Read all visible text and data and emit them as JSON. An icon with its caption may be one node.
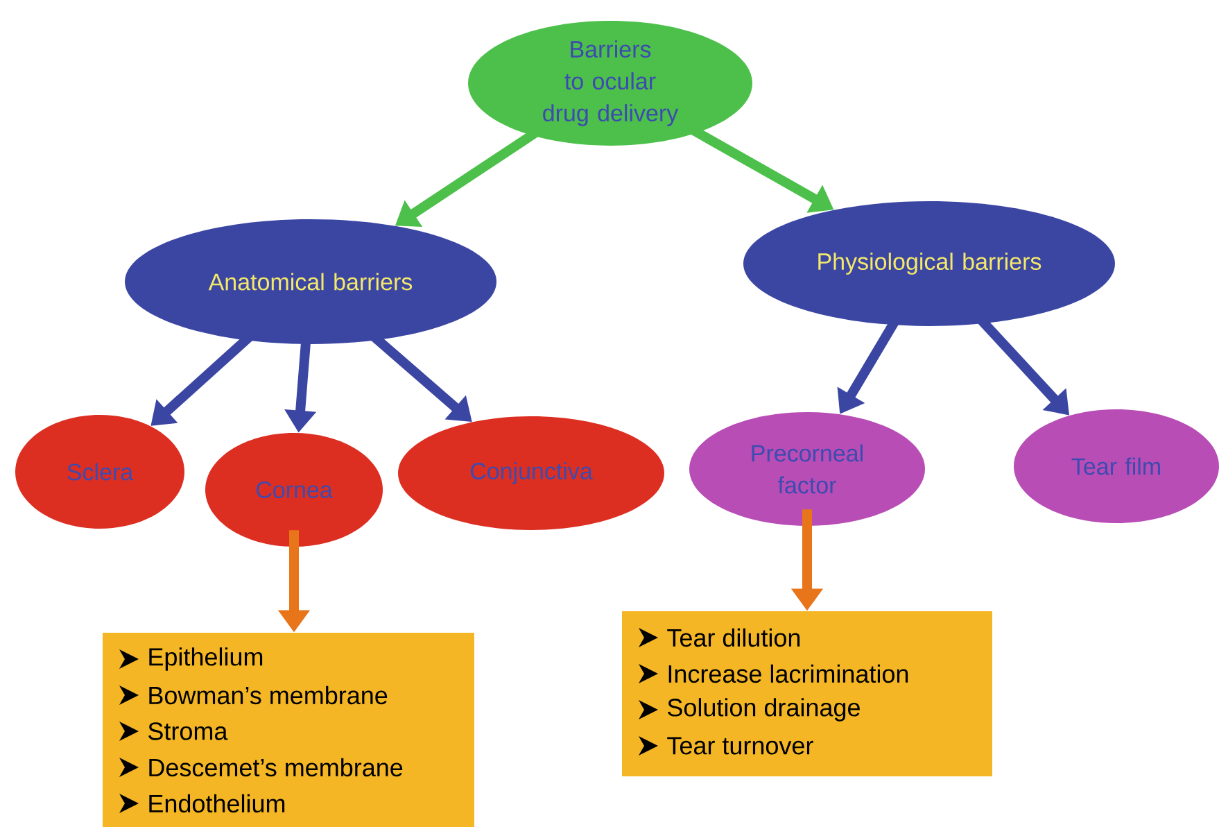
{
  "diagram": {
    "nodes": [
      {
        "text": [
          "Barriers to ocular drug delivery"
        ]
      },
      {
        "text": [
          "Anatomical barriers"
        ]
      },
      {
        "text": [
          "Physiological barriers"
        ]
      },
      {
        "text": [
          "Sclera"
        ]
      },
      {
        "text": [
          "Cornea"
        ]
      },
      {
        "text": [
          "Conjunctiva"
        ]
      },
      {
        "text": [
          "Precorneal factor"
        ]
      },
      {
        "text": [
          "Tear film"
        ]
      },
      {
        "text": [
          "Epithelium",
          "Bowman’s membrane",
          "Stroma",
          "Descemet’s membrane",
          "Endothelium"
        ]
      },
      {
        "text": [
          "Tear dilution",
          "Increase lacrimination",
          "Solution drainage",
          "Tear turnover"
        ]
      }
    ],
    "edges": [
      {
        "from": 0,
        "to": 1,
        "arrow": "to",
        "color": "#4cc04a"
      },
      {
        "from": 0,
        "to": 2,
        "arrow": "to",
        "color": "#4cc04a"
      },
      {
        "from": 1,
        "to": 3,
        "arrow": "to"
      },
      {
        "from": 1,
        "to": 4,
        "arrow": "to"
      },
      {
        "from": 1,
        "to": 5,
        "arrow": "to"
      },
      {
        "from": 2,
        "to": 6,
        "arrow": "to"
      },
      {
        "from": 2,
        "to": 7,
        "arrow": "to"
      },
      {
        "from": 4,
        "to": 8,
        "arrow": "to",
        "color": "#e8751a"
      },
      {
        "from": 6,
        "to": 9,
        "arrow": "to",
        "color": "#e8751a"
      }
    ]
  }
}
